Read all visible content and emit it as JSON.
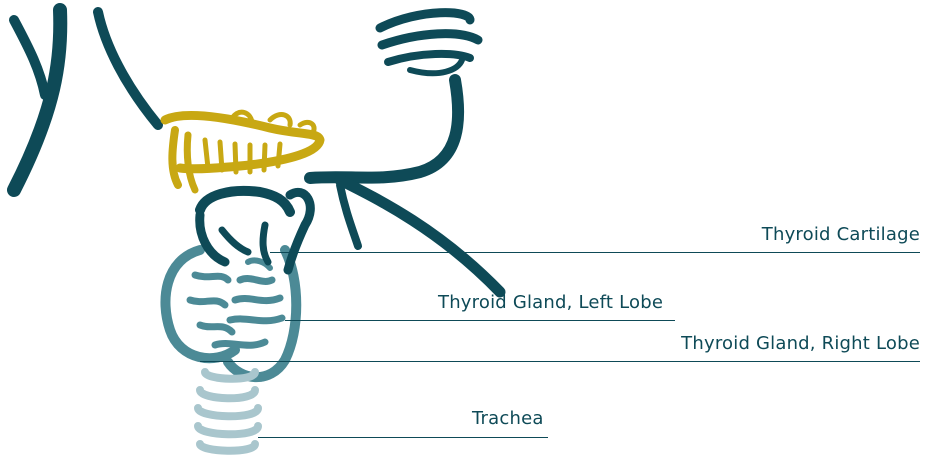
{
  "colors": {
    "outline_dark": "#0e4a57",
    "hyoid_gold": "#c8a813",
    "thyroid_teal": "#4c8a96",
    "trachea_light": "#a9c6cd",
    "leader_line": "#0e4a57",
    "background": "#ffffff"
  },
  "labels": {
    "thyroid_cartilage": "Thyroid Cartilage",
    "thyroid_left_lobe": "Thyroid Gland, Left Lobe",
    "thyroid_right_lobe": "Thyroid Gland, Right Lobe",
    "trachea": "Trachea"
  }
}
